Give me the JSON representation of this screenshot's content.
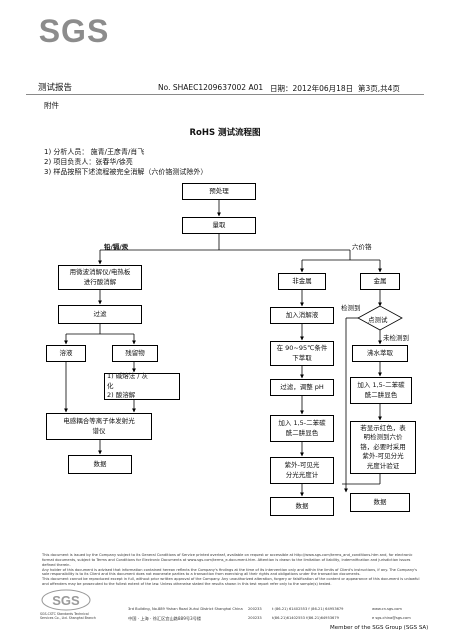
{
  "header": {
    "brand": "SGS",
    "doc_title": "测试报告",
    "report_no": "No. SHAEC1209637002  A01",
    "date": "日期：2012年06月18日",
    "page": "第3页,共4页",
    "attachment": "附件"
  },
  "flow_title": "RoHS 测试流程图",
  "notes": [
    "1)  分析人员：   施青/王彦青/肖飞",
    "2)  项目负责人：张春华/徐亮",
    "3)  样品按照下述流程被完全消解（六价铬测试除外）"
  ],
  "flowchart": {
    "preprocess": "预处理",
    "weigh": "量取",
    "branch_left": "铅/镉/汞",
    "branch_right": "六价铬",
    "digest": [
      "用微波消解仪/电热板",
      "进行酸消解"
    ],
    "filter": "过滤",
    "solution": "溶液",
    "residue": "残留物",
    "residue_steps": [
      "1)  碱熔法 / 灰",
      "    化",
      "2)  酸溶解"
    ],
    "icp": [
      "电感耦合等离子体发射光",
      "谱仪"
    ],
    "data_left": "数据",
    "nonmetal": "非金属",
    "add_digest": "加入消解液",
    "heat": [
      "在 90~95℃条件",
      "下萃取"
    ],
    "filter_ph": "过滤，调整 pH",
    "add_dpc_left": [
      "加入 1,5-二苯碳",
      "酰二肼显色"
    ],
    "uvvis": [
      "紫外-可见光",
      "分光光度计"
    ],
    "data_mid": "数据",
    "metal": "金属",
    "detected": "检测到",
    "spot_test": "点测试",
    "not_detected": "未检测到",
    "boil": "沸水萃取",
    "add_dpc_right": [
      "加入 1,5-二苯碳",
      "酰二肼显色"
    ],
    "confirm": [
      "若显示红色，表",
      "明检测到六价",
      "铬，必要时采用",
      "紫外-可见分光",
      "光度计验证"
    ],
    "data_right": "数据"
  },
  "footer": {
    "lines": [
      "This document is issued by the Company subject to its General Conditions of Service printed overleaf, available on request or accessible at http://www.sgs.com/terms_and_conditions.htm and, for electronic format documents, subject to Terms and Conditions for Electronic Documents at www.sgs.com/terms_e-document.htm. Attention is drawn to the limitation of liability, indemnification and jurisdiction issues defined therein.",
      "Any holder of this document is advised that information contained hereon reflects the Company's findings at the time of its intervention only and within the limits of Client's instructions, if any. The Company's sole responsibility is to its Client and this document does not exonerate parties to a transaction from exercising all their rights and obligations under the transaction documents.",
      "This document cannot be reproduced except in full, without prior written approval of the Company. Any unauthorized alteration, forgery or falsification of the content or appearance of this document is unlawful and offenders may be prosecuted to the fullest extent of the law. Unless otherwise stated the results shown in this test report refer only to the sample(s) tested."
    ],
    "company": "SGS-CSTC Standards Technical Services Co., Ltd. Shanghai Branch",
    "address_en": "3rd Building, No.889 Yishan Road Xuhui District Shanghai China",
    "address_cn": "中国 · 上海 · 徐汇区宜山路889号3号楼",
    "postcode": "200233",
    "tel_en": "t (86-21) 61402553   f (86-21) 64953679",
    "tel_cn": "t(86-21)61402553   f(86-21)64953679",
    "web": "www.cn.sgs.com",
    "email": "e sgs.china@sgs.com",
    "member": "Member of the SGS Group (SGS SA)"
  },
  "colors": {
    "logo_gray": "#8c8c8c",
    "line": "#8a8a8a",
    "text": "#111111"
  }
}
